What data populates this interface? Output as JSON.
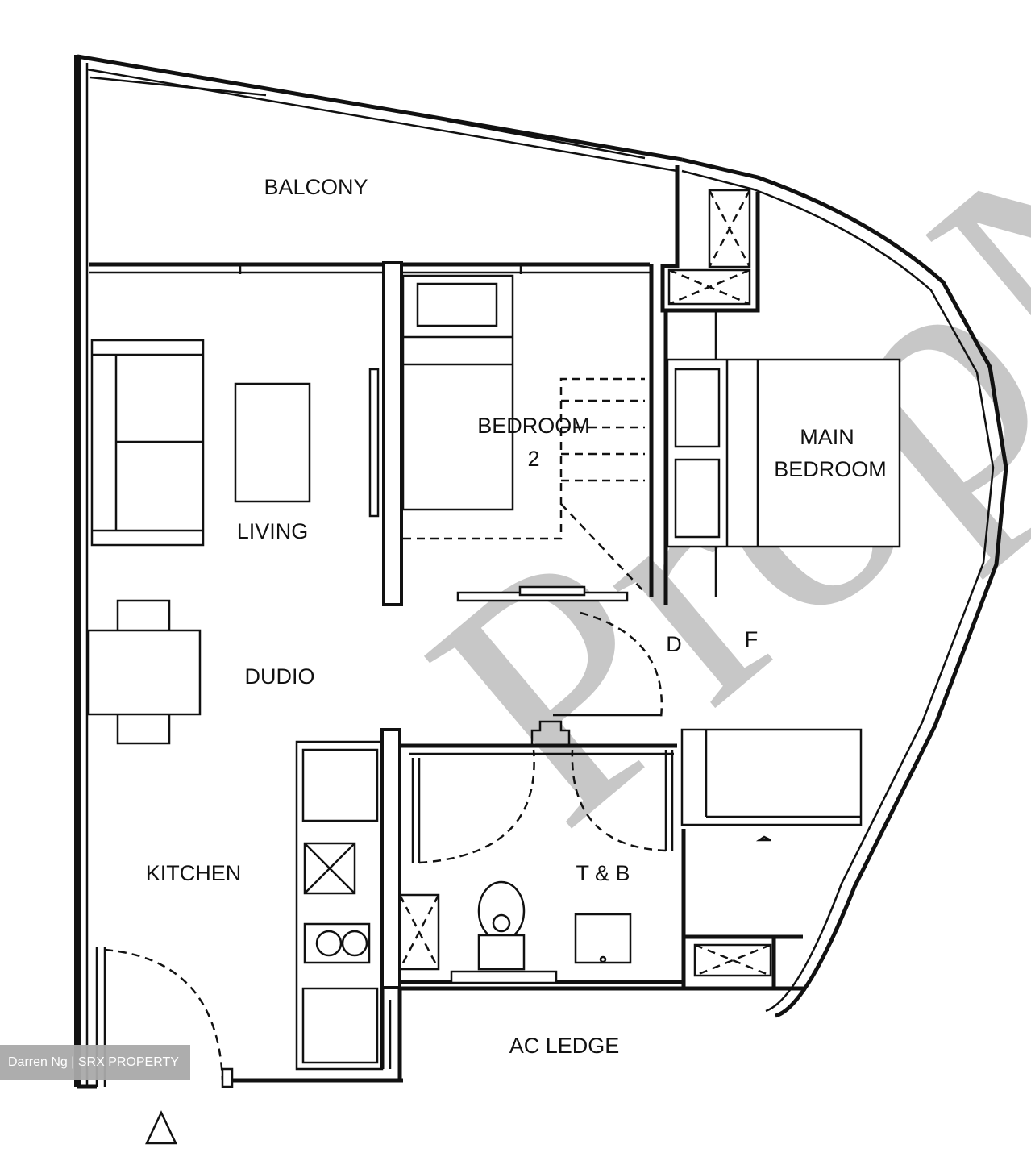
{
  "rooms": {
    "balcony": "BALCONY",
    "living": "LIVING",
    "dining": "DUDIO",
    "bedroom2_line1": "BEDROOM",
    "bedroom2_line2": "2",
    "main_bedroom_line1": "MAIN",
    "main_bedroom_line2": "BEDROOM",
    "kitchen": "KITCHEN",
    "bath": "T & B",
    "ac_ledge": "AC LEDGE",
    "fragment_d": "D",
    "fragment_f": "F"
  },
  "watermark": "PropN",
  "credit": "Darren Ng | SRX PROPERTY"
}
